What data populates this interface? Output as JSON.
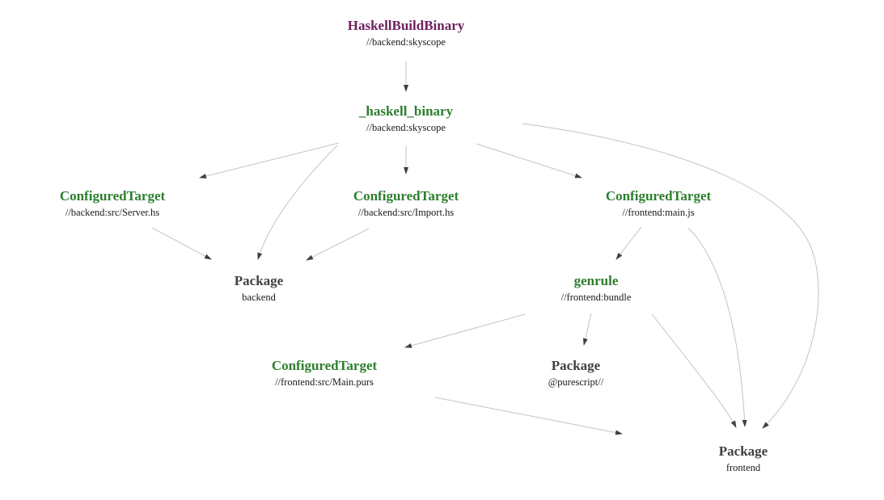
{
  "diagram": {
    "kind": "build-dependency-graph",
    "background": "#ffffff"
  },
  "colors": {
    "rule_class_title": "#6e2160",
    "target_title": "#2e7e2e",
    "package_title": "#3f3f3f",
    "subtitle_text": "#1a1a1a",
    "edge_line": "#c4c4c4",
    "edge_arrowhead": "#3f3f3f"
  },
  "nodes": [
    {
      "id": "haskell-build-binary",
      "title": "HaskellBuildBinary",
      "subtitle": "//backend:skyscope"
    },
    {
      "id": "haskell-binary",
      "title": "_haskell_binary",
      "subtitle": "//backend:skyscope"
    },
    {
      "id": "configured-target-server",
      "title": "ConfiguredTarget",
      "subtitle": "//backend:src/Server.hs"
    },
    {
      "id": "configured-target-import",
      "title": "ConfiguredTarget",
      "subtitle": "//backend:src/Import.hs"
    },
    {
      "id": "configured-target-main-js",
      "title": "ConfiguredTarget",
      "subtitle": "//frontend:main.js"
    },
    {
      "id": "package-backend",
      "title": "Package",
      "subtitle": "backend"
    },
    {
      "id": "genrule-bundle",
      "title": "genrule",
      "subtitle": "//frontend:bundle"
    },
    {
      "id": "configured-target-main-purs",
      "title": "ConfiguredTarget",
      "subtitle": "//frontend:src/Main.purs"
    },
    {
      "id": "package-purescript",
      "title": "Package",
      "subtitle": "@purescript//"
    },
    {
      "id": "package-frontend",
      "title": "Package",
      "subtitle": "frontend"
    }
  ],
  "edges": [
    {
      "from": "haskell-build-binary",
      "to": "haskell-binary"
    },
    {
      "from": "haskell-binary",
      "to": "configured-target-server"
    },
    {
      "from": "haskell-binary",
      "to": "configured-target-import"
    },
    {
      "from": "haskell-binary",
      "to": "configured-target-main-js"
    },
    {
      "from": "haskell-binary",
      "to": "package-backend"
    },
    {
      "from": "haskell-binary",
      "to": "package-frontend"
    },
    {
      "from": "configured-target-server",
      "to": "package-backend"
    },
    {
      "from": "configured-target-import",
      "to": "package-backend"
    },
    {
      "from": "configured-target-main-js",
      "to": "genrule-bundle"
    },
    {
      "from": "configured-target-main-js",
      "to": "package-frontend"
    },
    {
      "from": "genrule-bundle",
      "to": "configured-target-main-purs"
    },
    {
      "from": "genrule-bundle",
      "to": "package-purescript"
    },
    {
      "from": "genrule-bundle",
      "to": "package-frontend"
    },
    {
      "from": "configured-target-main-purs",
      "to": "package-frontend"
    }
  ]
}
